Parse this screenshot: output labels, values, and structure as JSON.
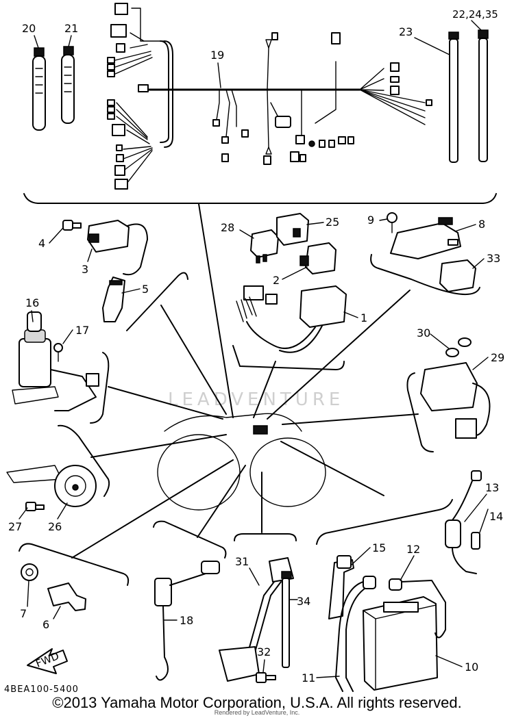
{
  "diagram": {
    "code": "4BEA100-5400",
    "fwd_label": "FWD",
    "watermark": "LEADVENTURE"
  },
  "labels": {
    "p1": "1",
    "p2": "2",
    "p3": "3",
    "p4": "4",
    "p5": "5",
    "p6": "6",
    "p7": "7",
    "p8": "8",
    "p9": "9",
    "p10": "10",
    "p11": "11",
    "p12": "12",
    "p13": "13",
    "p14": "14",
    "p15": "15",
    "p16": "16",
    "p17": "17",
    "p18": "18",
    "p19": "19",
    "p20": "20",
    "p21": "21",
    "p23": "23",
    "p22_24_35": "22,24,35",
    "p25": "25",
    "p26": "26",
    "p27": "27",
    "p28": "28",
    "p29": "29",
    "p30": "30",
    "p31": "31",
    "p32": "32",
    "p33": "33",
    "p34": "34"
  },
  "footer": {
    "copyright": "©2013 Yamaha Motor Corporation, U.S.A. All rights reserved.",
    "rendered_by": "Rendered by LeadVenture, Inc."
  }
}
